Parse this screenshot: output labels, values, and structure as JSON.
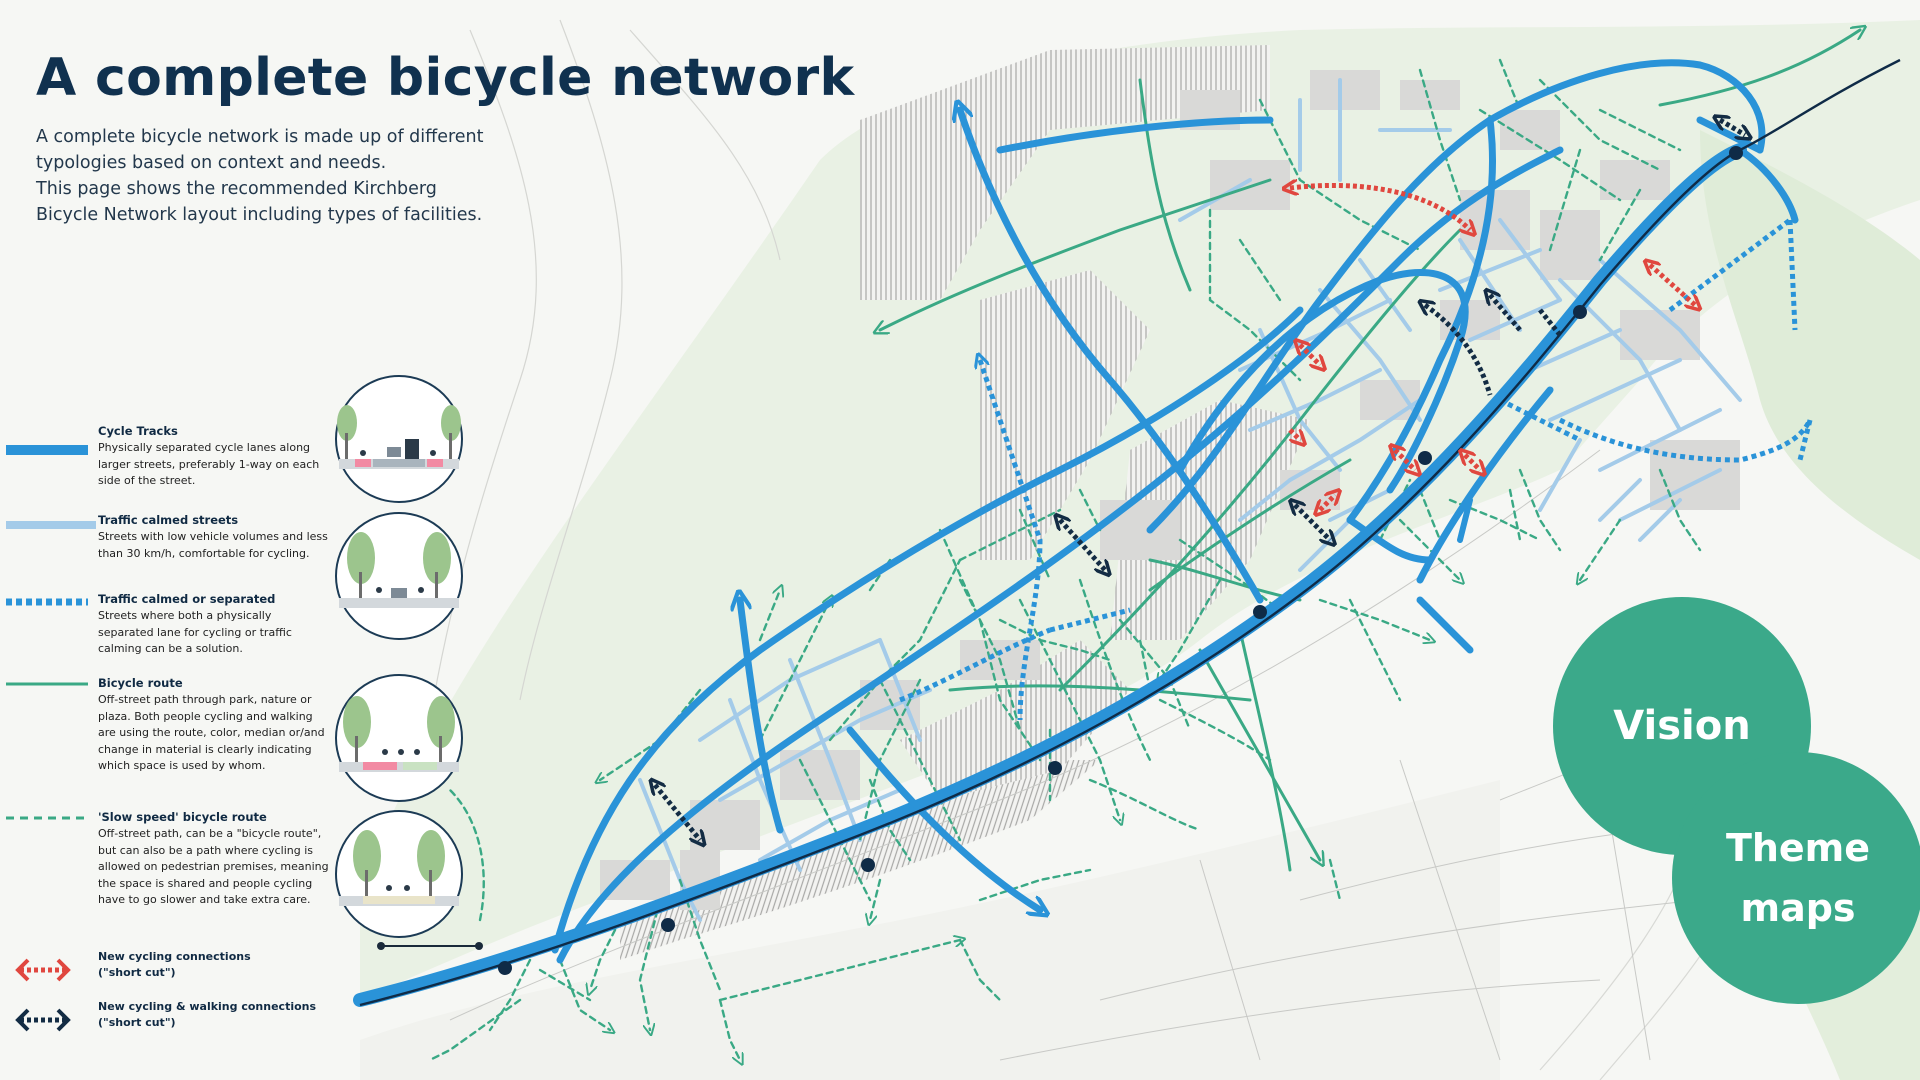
{
  "page": {
    "title": "A complete bicycle network",
    "intro": [
      "A complete bicycle network is made up of different",
      "typologies based on context and needs.",
      "This page shows the recommended Kirchberg",
      "Bicycle Network layout including types of facilities."
    ]
  },
  "legend": {
    "items": [
      {
        "key": "cycle-tracks",
        "title": "Cycle Tracks",
        "description": "Physically separated cycle lanes along larger streets, preferably 1-way on each side of the street.",
        "color": "#2a93d8",
        "style": "thick-solid"
      },
      {
        "key": "traffic-calmed",
        "title": "Traffic calmed streets",
        "description": "Streets with low vehicle volumes and less than 30 km/h, comfortable for cycling.",
        "color": "#9dc6e8",
        "style": "solid"
      },
      {
        "key": "calmed-or-separated",
        "title": "Traffic calmed or separated",
        "description": "Streets where both a physically separated lane for cycling or traffic calming can be a solution.",
        "color": "#2a93d8",
        "style": "dotted"
      },
      {
        "key": "bicycle-route",
        "title": "Bicycle route",
        "description": "Off-street path through park, nature or plaza. Both people cycling and walking are using the route, color, median or/and change in material is clearly indicating which space is used by whom.",
        "color": "#3aa985",
        "style": "solid-thin"
      },
      {
        "key": "slow-speed",
        "title": "'Slow speed' bicycle route",
        "description": "Off-street path, can be a \"bicycle route\", but can also be a path where cycling is allowed on pedestrian premises, meaning the space is shared and people cycling have to go slower and take extra care.",
        "color": "#3aa985",
        "style": "dashed"
      }
    ],
    "connections": [
      {
        "key": "new-cycling",
        "title": "New cycling connections",
        "sub": "(\"short cut\")",
        "color": "#e0473f"
      },
      {
        "key": "new-cycling-walking",
        "title": "New cycling & walking connections",
        "sub": "(\"short cut\")",
        "color": "#132c44"
      }
    ]
  },
  "bubbles": {
    "vision": "Vision",
    "theme_maps": "Theme maps",
    "color": "#3ba98a"
  },
  "colors": {
    "cycle_track": "#2a93d8",
    "calmed": "#a4cbe9",
    "green_route": "#3aa985",
    "red_connection": "#e0473f",
    "dark_connection": "#132c44",
    "tram": "#0f2b47",
    "title": "#10314f"
  }
}
